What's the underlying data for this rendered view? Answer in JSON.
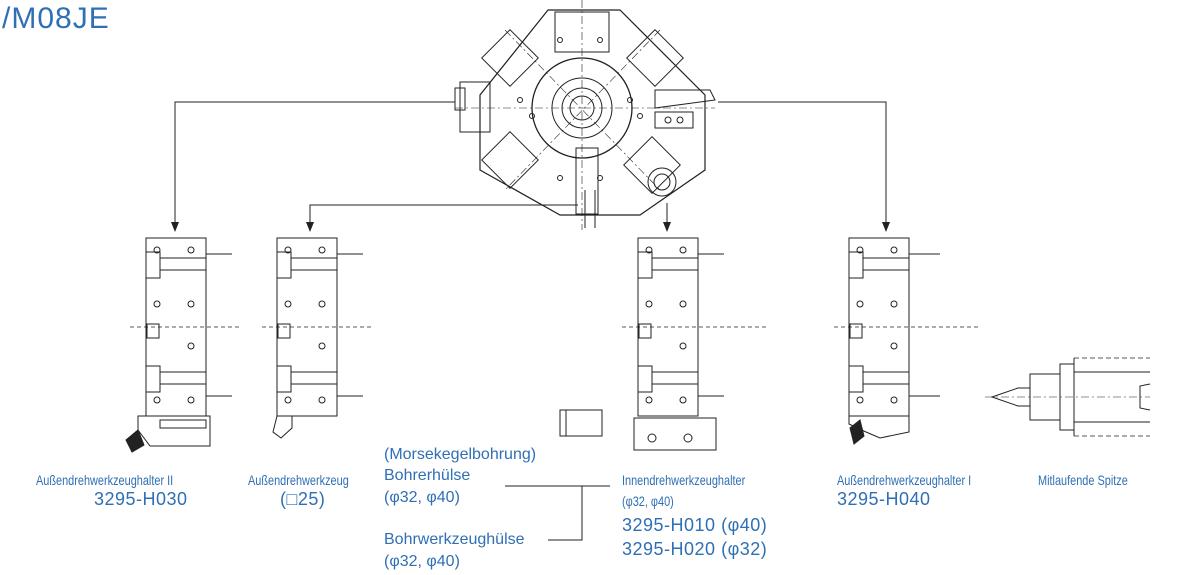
{
  "title": "/M08JE",
  "labels": {
    "holder2_name": "Außendrehwerkzeughalter II",
    "holder2_code": "3295-H030",
    "tool_name": "Außendrehwerkzeug",
    "tool_size": "(□25)",
    "morse_bore": "(Morsekegelbohrung)",
    "drill_sleeve": "Bohrerhülse",
    "drill_sleeve_dims": "(φ32, φ40)",
    "boring_sleeve": "Bohrwerkzeughülse",
    "boring_sleeve_dims": "(φ32, φ40)",
    "inner_holder_name": "Innendrehwerkzeughalter",
    "inner_holder_dims": "(φ32, φ40)",
    "inner_holder_code1": "3295-H010 (φ40)",
    "inner_holder_code2": "3295-H020 (φ32)",
    "holder1_name": "Außendrehwerkzeughalter I",
    "holder1_code": "3295-H040",
    "live_center": "Mitlaufende Spitze"
  },
  "colors": {
    "label_blue": "#2f6fb5",
    "line": "#222222"
  }
}
